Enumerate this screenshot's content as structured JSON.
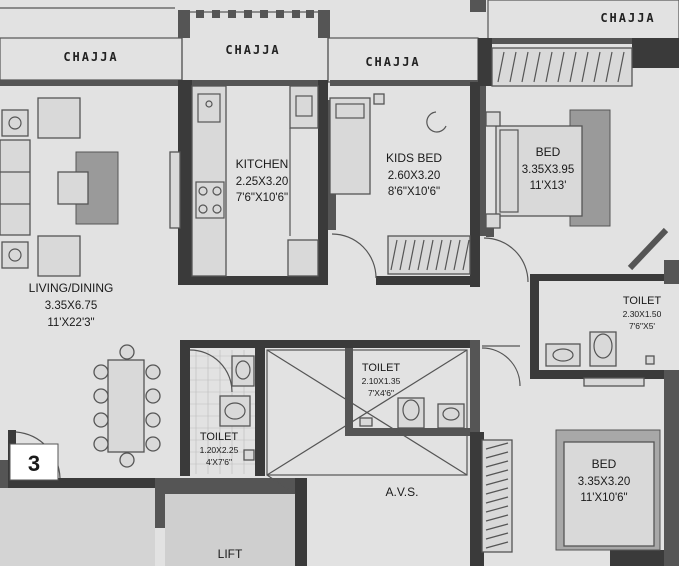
{
  "chajja_labels": {
    "left": "CHAJJA",
    "kitchen": "CHAJJA",
    "kids": "CHAJJA",
    "right": "CHAJJA"
  },
  "rooms": {
    "living": {
      "name": "LIVING/DINING",
      "metric": "3.35X6.75",
      "imperial": "11'X22'3\""
    },
    "kitchen": {
      "name": "KITCHEN",
      "metric": "2.25X3.20",
      "imperial": "7'6\"X10'6\""
    },
    "kids_bed": {
      "name": "KIDS BED",
      "metric": "2.60X3.20",
      "imperial": "8'6\"X10'6\""
    },
    "bed_top": {
      "name": "BED",
      "metric": "3.35X3.95",
      "imperial": "11'X13'"
    },
    "toilet_right": {
      "name": "TOILET",
      "metric": "2.30X1.50",
      "imperial": "7'6\"X5'"
    },
    "toilet_center": {
      "name": "TOILET",
      "metric": "2.10X1.35",
      "imperial": "7'X4'6\""
    },
    "toilet_left": {
      "name": "TOILET",
      "metric": "1.20X2.25",
      "imperial": "4'X7'6\""
    },
    "bed_bottom": {
      "name": "BED",
      "metric": "3.35X3.20",
      "imperial": "11'X10'6\""
    },
    "avs": {
      "name": "A.V.S."
    },
    "lift": {
      "name": "LIFT"
    }
  },
  "flat_number": "3"
}
